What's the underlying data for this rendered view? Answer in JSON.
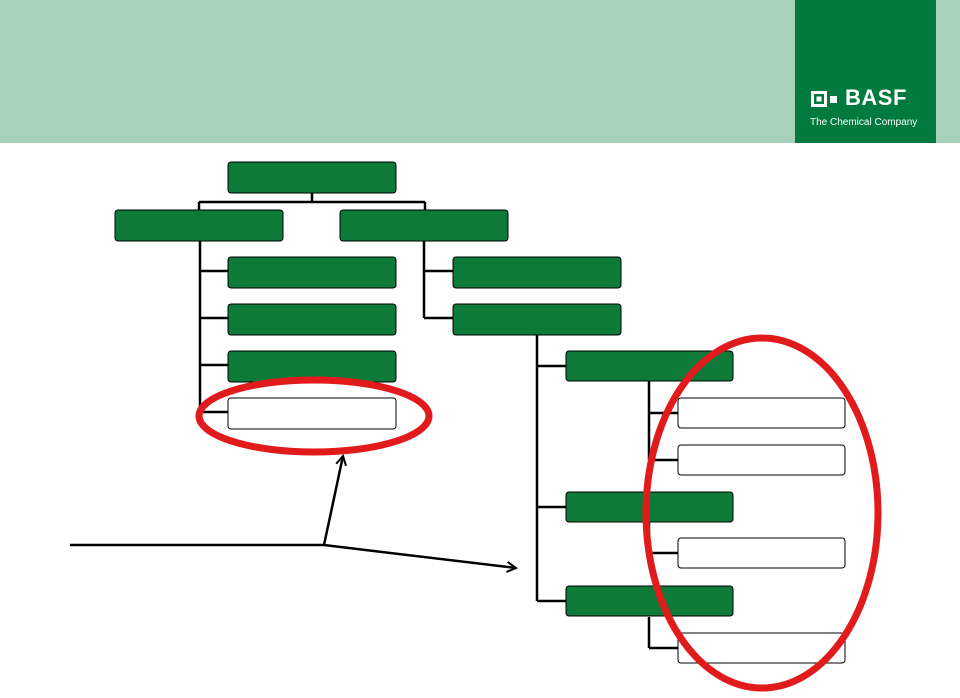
{
  "header": {
    "band_color": "#a7d1b9"
  },
  "logo": {
    "word": "BASF",
    "tagline": "The Chemical Company",
    "block_color": "#007a3d"
  },
  "org_chart": {
    "filled_box_color": "#0d7a3a",
    "empty_box_color": "#ffffff",
    "highlight_color": "#e11b1b",
    "connector_color": "#000000",
    "nodes": [
      {
        "id": "root",
        "filled": true,
        "label": ""
      },
      {
        "id": "left-branch",
        "filled": true,
        "label": ""
      },
      {
        "id": "right-branch",
        "filled": true,
        "label": ""
      },
      {
        "id": "left-child-1",
        "filled": true,
        "label": ""
      },
      {
        "id": "left-child-2",
        "filled": true,
        "label": ""
      },
      {
        "id": "left-child-3",
        "filled": true,
        "label": ""
      },
      {
        "id": "left-child-4",
        "filled": false,
        "label": ""
      },
      {
        "id": "right-child-1",
        "filled": true,
        "label": ""
      },
      {
        "id": "right-child-2",
        "filled": true,
        "label": ""
      },
      {
        "id": "sub-group-1",
        "filled": true,
        "label": ""
      },
      {
        "id": "sub-group-1-item-1",
        "filled": false,
        "label": ""
      },
      {
        "id": "sub-group-1-item-2",
        "filled": false,
        "label": ""
      },
      {
        "id": "sub-group-2",
        "filled": true,
        "label": ""
      },
      {
        "id": "sub-group-2-item-1",
        "filled": false,
        "label": ""
      },
      {
        "id": "sub-group-3",
        "filled": true,
        "label": ""
      },
      {
        "id": "sub-group-3-item-1",
        "filled": false,
        "label": ""
      }
    ]
  }
}
